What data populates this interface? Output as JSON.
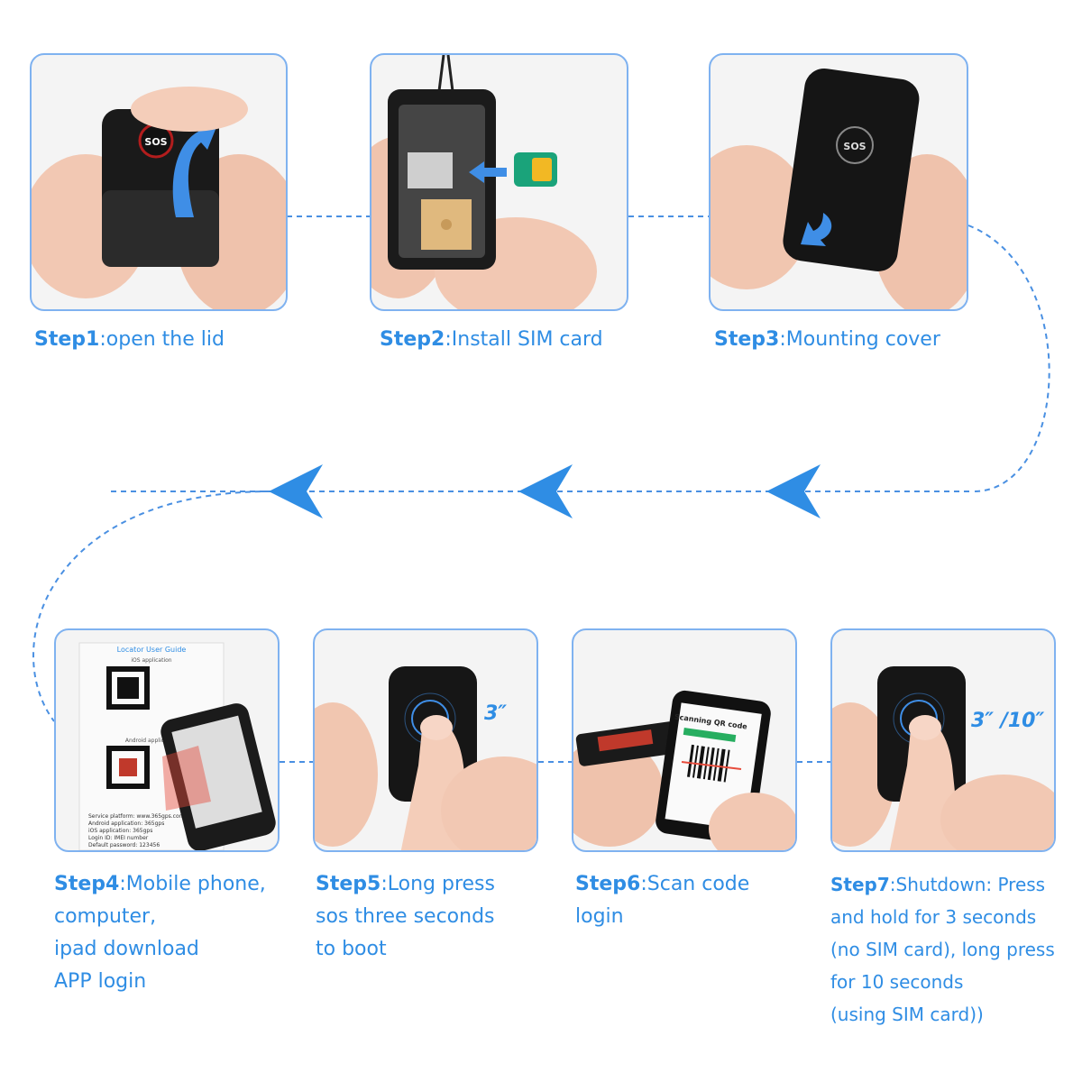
{
  "steps": [
    {
      "label": "Step1",
      "text": "open the lid"
    },
    {
      "label": "Step2",
      "text": "Install SIM card"
    },
    {
      "label": "Step3",
      "text": "Mounting cover"
    },
    {
      "label": "Step4",
      "text": "Mobile phone,\ncomputer,\nipad download\nAPP login"
    },
    {
      "label": "Step5",
      "text": "Long press\nsos three seconds\nto boot"
    },
    {
      "label": "Step6",
      "text": "Scan code\nlogin"
    },
    {
      "label": "Step7",
      "text": "Shutdown: Press\nand hold for 3 seconds\n(no SIM card), long press\nfor 10 seconds\n(using SIM card))"
    }
  ],
  "separator": ":",
  "device_button_label": "SOS",
  "step5_press_time": "3″",
  "step7_press_time": "3″ /10″",
  "guide": {
    "title": "Locator User Guide",
    "ios_label": "iOS application",
    "android_label": "Android application",
    "service_platform": "Service platform: www.365gps.com",
    "android_app": "Android application:    365gps",
    "ios_app": "iOS application:    365gps",
    "login_id": "Login ID: IMEI number",
    "default_password": "Default password: 123456"
  },
  "scan_label": "Scanning QR code",
  "colors": {
    "accent": "#2f8de4",
    "frame_border": "#7fb2f0",
    "sim_green": "#1aa37a",
    "sim_chip": "#f2b824"
  }
}
